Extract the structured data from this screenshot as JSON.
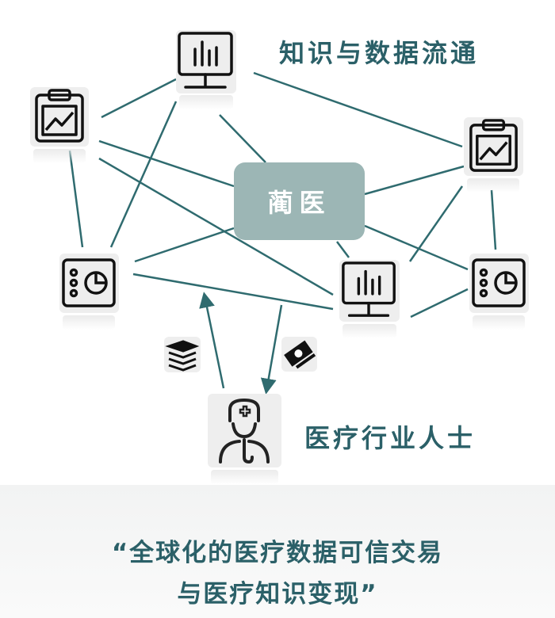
{
  "title_top": "知识与数据流通",
  "center_label": "蔺医",
  "practitioner_label": "医疗行业人士",
  "quote": {
    "line1": "“全球化的医疗数据可信交易",
    "line2": "与医疗知识变现”"
  },
  "colors": {
    "accent": "#2b6068",
    "line": "#2f6b6f",
    "center_box": "#9cb6b5"
  }
}
